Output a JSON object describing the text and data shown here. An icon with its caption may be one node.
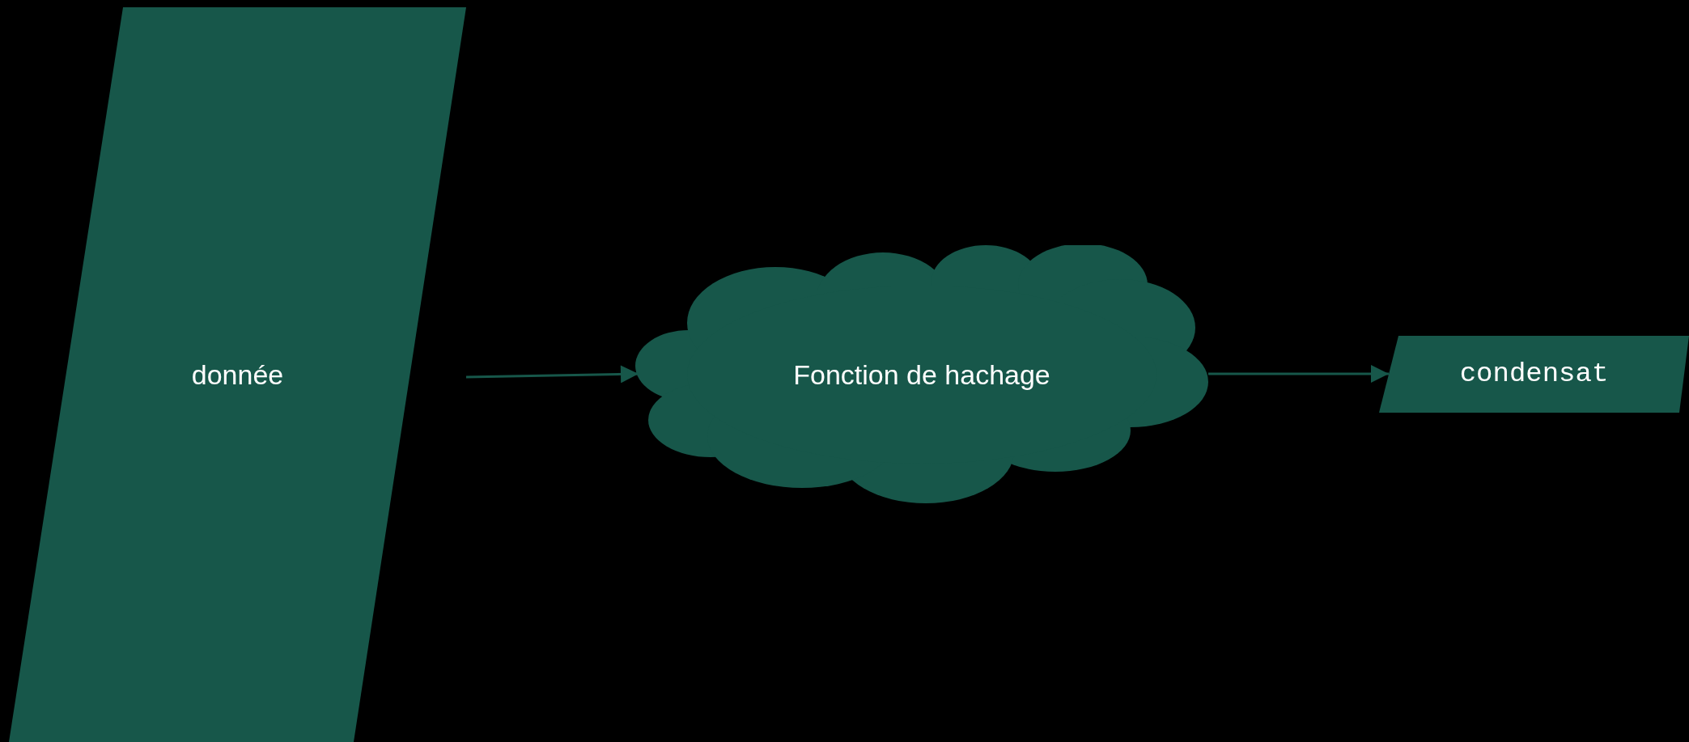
{
  "diagram": {
    "nodes": [
      {
        "text": [
          "donnée"
        ]
      },
      {
        "text": [
          "Fonction de hachage"
        ]
      },
      {
        "text": [
          "condensat"
        ]
      }
    ],
    "edges": [
      {
        "from": 0,
        "to": 1,
        "arrow": "to"
      },
      {
        "from": 1,
        "to": 2,
        "arrow": "to"
      }
    ]
  }
}
